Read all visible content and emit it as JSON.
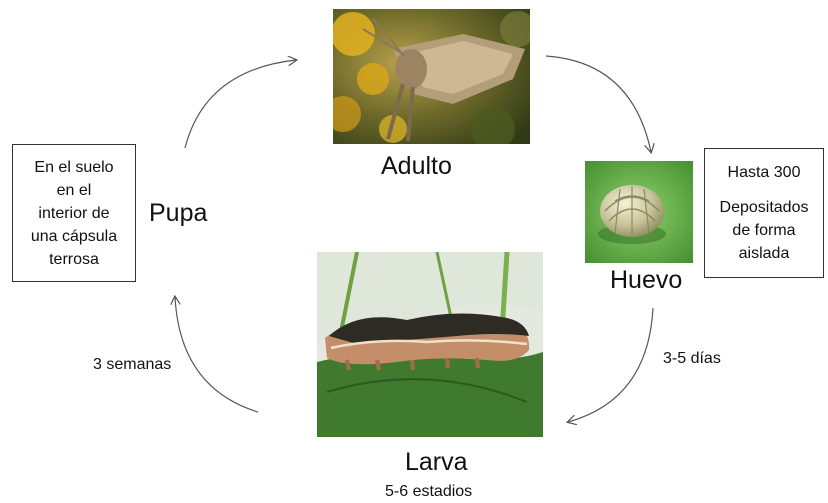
{
  "stages": {
    "adult": "Adulto",
    "egg": "Huevo",
    "larva": "Larva",
    "pupa": "Pupa"
  },
  "egg_box": {
    "count": "Hasta 300",
    "lines": [
      "Depositados",
      "de forma",
      "aislada"
    ]
  },
  "pupa_box": {
    "lines": [
      "En el suelo",
      "en el",
      "interior de",
      "una cápsula",
      "terrosa"
    ]
  },
  "durations": {
    "egg_to_larva": "3-5 días",
    "larva_to_pupa": "3 semanas",
    "larva_stages": "5-6 estadios"
  },
  "photos": {
    "adult": "moth-photo",
    "egg": "egg-photo",
    "larva": "caterpillar-photo"
  },
  "colors": {
    "arrow": "#555555",
    "box_border": "#333333"
  }
}
